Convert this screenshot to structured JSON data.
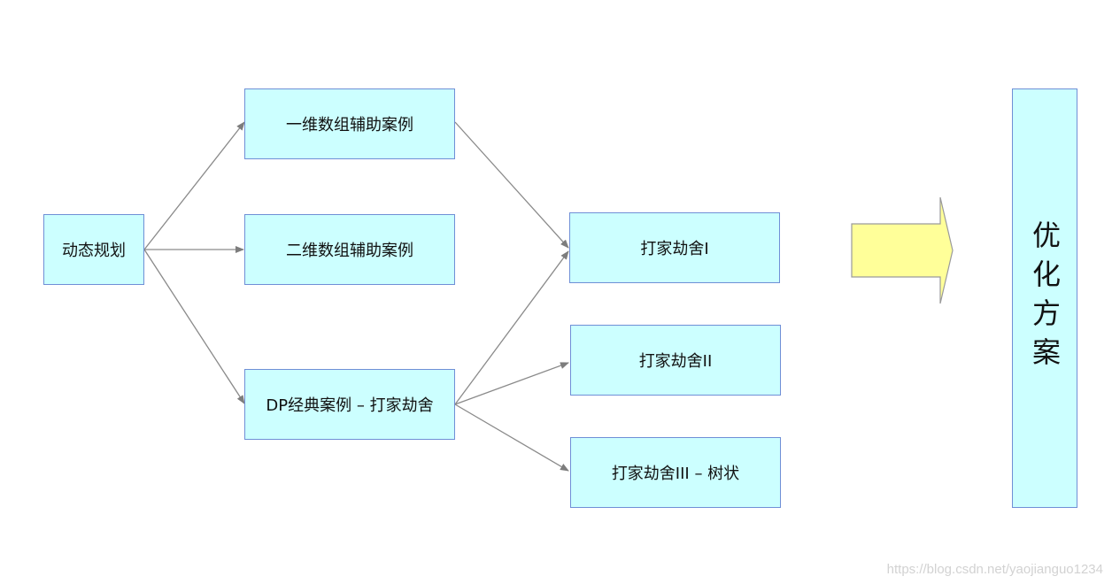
{
  "nodes": {
    "dp": "动态规划",
    "one_d": "一维数组辅助案例",
    "two_d": "二维数组辅助案例",
    "classic": "DP经典案例 – 打家劫舍",
    "rob1": "打家劫舍I",
    "rob2": "打家劫舍II",
    "rob3": "打家劫舍III – 树状",
    "optimize": "优化方案"
  },
  "colors": {
    "box_fill": "#ccffff",
    "box_border": "#6f8fd6",
    "arrow": "#7d7d7d",
    "big_arrow_fill": "#ffff99",
    "big_arrow_stroke": "#9a9a9a"
  },
  "watermark": "https://blog.csdn.net/yaojianguo1234"
}
